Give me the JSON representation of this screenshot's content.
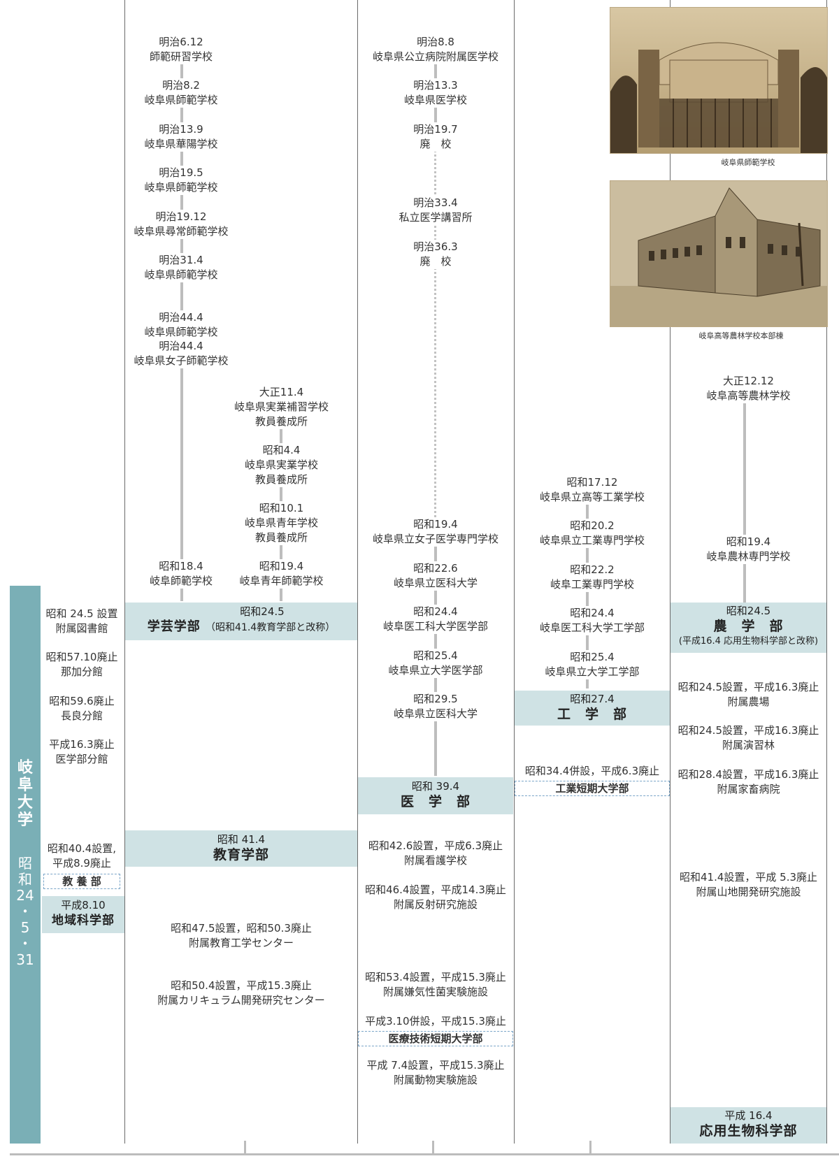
{
  "sidebar": {
    "name": "岐阜大学",
    "date": "昭和24・5・31"
  },
  "library": {
    "entries": [
      {
        "l1": "昭和 24.5 設置",
        "l2": "附属図書館"
      },
      {
        "l1": "昭和57.10廃止",
        "l2": "那加分館"
      },
      {
        "l1": "昭和59.6廃止",
        "l2": "長良分館"
      },
      {
        "l1": "平成16.3廃止",
        "l2": "医学部分館"
      },
      {
        "l1": "昭和40.4設置,",
        "l2": "平成8.9廃止"
      }
    ],
    "kyoyo": "教 養 部",
    "chiiki": {
      "date": "平成8.10",
      "name": "地域科学部"
    }
  },
  "education": {
    "chain": [
      {
        "date": "明治6.12",
        "name": "師範研習学校"
      },
      {
        "date": "明治8.2",
        "name": "岐阜県師範学校"
      },
      {
        "date": "明治13.9",
        "name": "岐阜県華陽学校"
      },
      {
        "date": "明治19.5",
        "name": "岐阜県師範学校"
      },
      {
        "date": "明治19.12",
        "name": "岐阜県尋常師範学校"
      },
      {
        "date": "明治31.4",
        "name": "岐阜県師範学校"
      },
      {
        "date": "明治44.4",
        "name": "岐阜県師範学校"
      },
      {
        "date": "明治44.4",
        "name": "岐阜県女子師範学校"
      },
      {
        "date": "昭和18.4",
        "name": "岐阜師範学校"
      }
    ],
    "youth": [
      {
        "date": "大正11.4",
        "name": "岐阜県実業補習学校",
        "name2": "教員養成所"
      },
      {
        "date": "昭和4.4",
        "name": "岐阜県実業学校",
        "name2": "教員養成所"
      },
      {
        "date": "昭和10.1",
        "name": "岐阜県青年学校",
        "name2": "教員養成所"
      },
      {
        "date": "昭和19.4",
        "name": "岐阜青年師範学校",
        "name2": ""
      }
    ],
    "band1": {
      "date": "昭和24.5",
      "name": "学芸学部",
      "note": "（昭和41.4教育学部と改称）"
    },
    "band2": {
      "date": "昭和 41.4",
      "name": "教育学部"
    },
    "facilities": [
      {
        "l1": "昭和47.5設置，昭和50.3廃止",
        "l2": "附属教育工学センター"
      },
      {
        "l1": "昭和50.4設置，平成15.3廃止",
        "l2": "附属カリキュラム開発研究センター"
      }
    ]
  },
  "medicine": {
    "chain": [
      {
        "date": "明治8.8",
        "name": "岐阜県公立病院附属医学校"
      },
      {
        "date": "明治13.3",
        "name": "岐阜県医学校"
      },
      {
        "date": "明治19.7",
        "name": "廃　校"
      },
      {
        "date": "明治33.4",
        "name": "私立医学講習所"
      },
      {
        "date": "明治36.3",
        "name": "廃　校"
      },
      {
        "date": "昭和19.4",
        "name": "岐阜県立女子医学専門学校"
      },
      {
        "date": "昭和22.6",
        "name": "岐阜県立医科大学"
      },
      {
        "date": "昭和24.4",
        "name": "岐阜医工科大学医学部"
      },
      {
        "date": "昭和25.4",
        "name": "岐阜県立大学医学部"
      },
      {
        "date": "昭和29.5",
        "name": "岐阜県立医科大学"
      }
    ],
    "band": {
      "date": "昭和 39.4",
      "name": "医　学　部"
    },
    "facilities": [
      {
        "l1": "昭和42.6設置，平成6.3廃止",
        "l2": "附属看護学校"
      },
      {
        "l1": "昭和46.4設置，平成14.3廃止",
        "l2": "附属反射研究施設"
      },
      {
        "l1": "昭和53.4設置，平成15.3廃止",
        "l2": "附属嫌気性菌実験施設"
      },
      {
        "l1": "平成3.10併設，平成15.3廃止",
        "l2": "医療技術短期大学部"
      },
      {
        "l1": "平成 7.4設置，平成15.3廃止",
        "l2": "附属動物実験施設"
      }
    ]
  },
  "engineering": {
    "chain": [
      {
        "date": "昭和17.12",
        "name": "岐阜県立高等工業学校"
      },
      {
        "date": "昭和20.2",
        "name": "岐阜県立工業専門学校"
      },
      {
        "date": "昭和22.2",
        "name": "岐阜工業専門学校"
      },
      {
        "date": "昭和24.4",
        "name": "岐阜医工科大学工学部"
      },
      {
        "date": "昭和25.4",
        "name": "岐阜県立大学工学部"
      }
    ],
    "band": {
      "date": "昭和27.4",
      "name": "工　学　部"
    },
    "junior": {
      "l1": "昭和34.4併設，平成6.3廃止",
      "l2": "工業短期大学部"
    }
  },
  "agriculture": {
    "photos": [
      {
        "caption": "岐阜県師範学校"
      },
      {
        "caption": "岐阜高等農林学校本部棟"
      }
    ],
    "chain": [
      {
        "date": "大正12.12",
        "name": "岐阜高等農林学校"
      },
      {
        "date": "昭和19.4",
        "name": "岐阜農林専門学校"
      }
    ],
    "band": {
      "date": "昭和24.5",
      "name": "農　学　部",
      "note": "(平成16.4 応用生物科学部と改称)"
    },
    "facilities": [
      {
        "l1": "昭和24.5設置，平成16.3廃止",
        "l2": "附属農場"
      },
      {
        "l1": "昭和24.5設置，平成16.3廃止",
        "l2": "附属演習林"
      },
      {
        "l1": "昭和28.4設置，平成16.3廃止",
        "l2": "附属家畜病院"
      },
      {
        "l1": "昭和41.4設置，平成 5.3廃止",
        "l2": "附属山地開発研究施設"
      }
    ],
    "band2": {
      "date": "平成 16.4",
      "name": "応用生物科学部"
    }
  }
}
